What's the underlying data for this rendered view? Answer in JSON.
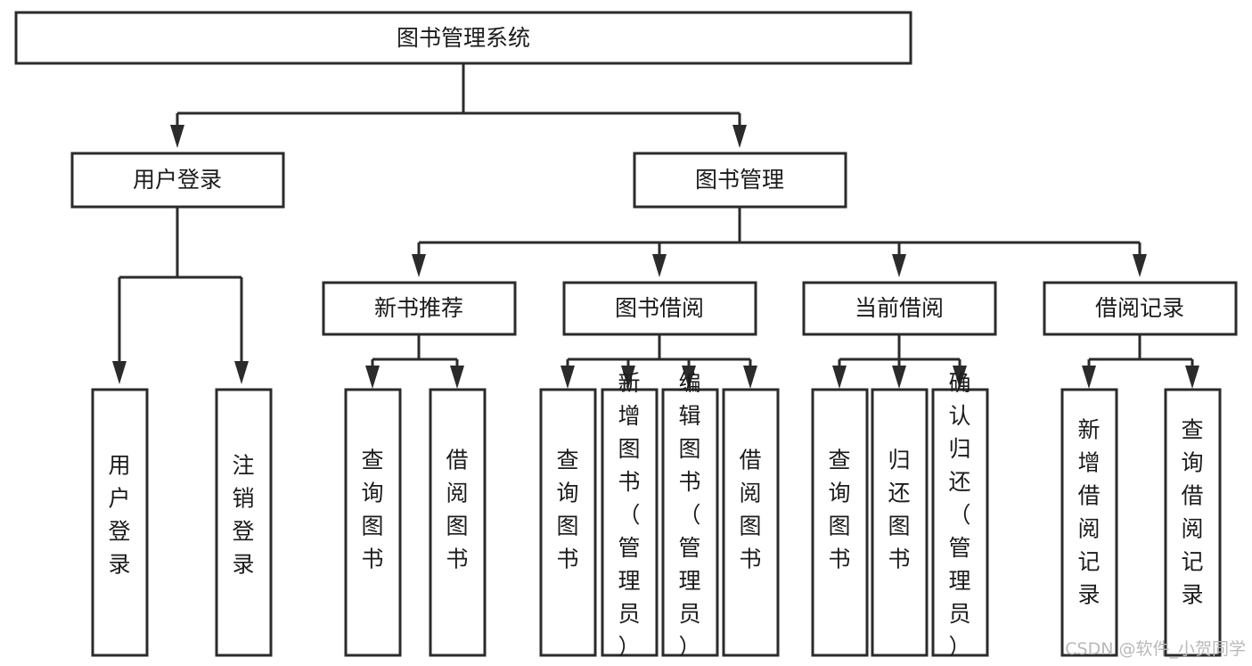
{
  "diagram": {
    "title": "图书管理系统",
    "type": "tree-hierarchy-chart",
    "orientation": "top-down",
    "root": {
      "id": "root",
      "label": "图书管理系统",
      "text_orientation": "horizontal"
    },
    "level1": [
      {
        "id": "user-login",
        "label": "用户登录",
        "text_orientation": "horizontal"
      },
      {
        "id": "book-management",
        "label": "图书管理",
        "text_orientation": "horizontal"
      }
    ],
    "level2": [
      {
        "id": "new-book-recommend",
        "label": "新书推荐",
        "parent": "book-management",
        "text_orientation": "horizontal"
      },
      {
        "id": "book-borrow",
        "label": "图书借阅",
        "parent": "book-management",
        "text_orientation": "horizontal"
      },
      {
        "id": "current-borrow",
        "label": "当前借阅",
        "parent": "book-management",
        "text_orientation": "horizontal"
      },
      {
        "id": "borrow-record",
        "label": "借阅记录",
        "parent": "book-management",
        "text_orientation": "horizontal"
      }
    ],
    "leaves": [
      {
        "id": "leaf-user-login",
        "label": "用户登录",
        "parent": "user-login",
        "text_orientation": "vertical"
      },
      {
        "id": "leaf-logout",
        "label": "注销登录",
        "parent": "user-login",
        "text_orientation": "vertical"
      },
      {
        "id": "leaf-query-book-1",
        "label": "查询图书",
        "parent": "new-book-recommend",
        "text_orientation": "vertical"
      },
      {
        "id": "leaf-borrow-book-1",
        "label": "借阅图书",
        "parent": "new-book-recommend",
        "text_orientation": "vertical"
      },
      {
        "id": "leaf-query-book-2",
        "label": "查询图书",
        "parent": "book-borrow",
        "text_orientation": "vertical"
      },
      {
        "id": "leaf-add-book",
        "label": "新增图书（管理员）",
        "parent": "book-borrow",
        "text_orientation": "vertical"
      },
      {
        "id": "leaf-edit-book",
        "label": "编辑图书（管理员）",
        "parent": "book-borrow",
        "text_orientation": "vertical"
      },
      {
        "id": "leaf-borrow-book-2",
        "label": "借阅图书",
        "parent": "book-borrow",
        "text_orientation": "vertical"
      },
      {
        "id": "leaf-query-book-3",
        "label": "查询图书",
        "parent": "current-borrow",
        "text_orientation": "vertical"
      },
      {
        "id": "leaf-return-book",
        "label": "归还图书",
        "parent": "current-borrow",
        "text_orientation": "vertical"
      },
      {
        "id": "leaf-confirm-return",
        "label": "确认归还（管理员）",
        "parent": "current-borrow",
        "text_orientation": "vertical"
      },
      {
        "id": "leaf-add-record",
        "label": "新增借阅记录",
        "parent": "borrow-record",
        "text_orientation": "vertical"
      },
      {
        "id": "leaf-query-record",
        "label": "查询借阅记录",
        "parent": "borrow-record",
        "text_orientation": "vertical"
      }
    ],
    "colors": {
      "box_fill": "#ffffff",
      "box_stroke": "#2b2b2b",
      "connector": "#2b2b2b",
      "text": "#1b1b1b",
      "background": "#ffffff",
      "watermark": "#b9b9b9"
    }
  },
  "watermark": {
    "text": "CSDN @软件_小贺同学"
  }
}
